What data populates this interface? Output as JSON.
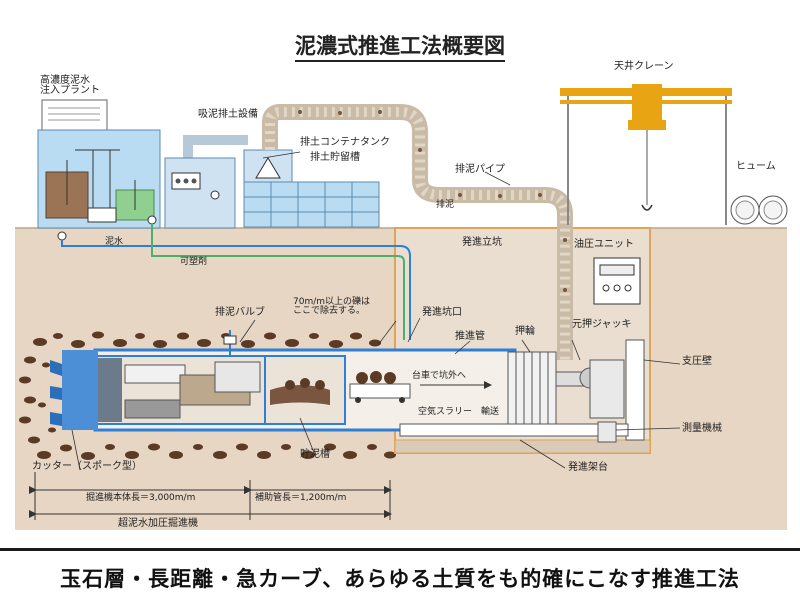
{
  "title": "泥濃式推進工法概要図",
  "slogan": "玉石層・長距離・急カーブ、あらゆる土質をも的確にこなす推進工法",
  "labels": {
    "plant": "高濃度泥水\n注入プラント",
    "suction": "吸泥排土設備",
    "container": "排土コンテナタンク",
    "tank": "排土貯留槽",
    "crane": "天井クレーン",
    "hume": "ヒューム",
    "pipe": "排泥パイプ",
    "drain": "排泥",
    "mudwater": "泥水",
    "plasticizer": "可塑剤",
    "shaft": "発進立坑",
    "hydraulic": "油圧ユニット",
    "valve": "排泥バルブ",
    "gravel": "70m/m以上の礫は\nここで除去する。",
    "portal": "発進坑口",
    "pushpipe": "推進管",
    "pushring": "押輪",
    "jack": "元押ジャッキ",
    "reaction": "支圧壁",
    "cart": "台車で坑外へ",
    "slurry": "空気スラリー　輸送",
    "survey": "測量機械",
    "base": "発進架台",
    "cutter": "カッター（スポーク型）",
    "mudtank": "貯泥槽",
    "machine_len": "掘進機本体長＝3,000m/m",
    "aux_len": "補助管長＝1,200m/m",
    "machine": "超泥水加圧掘進機"
  },
  "colors": {
    "soil": "#e6d6c3",
    "pipe_blue": "#2f7fd6",
    "crane": "#e8a412",
    "tank": "#b9dcf3",
    "shaft_line": "#e0a458"
  }
}
